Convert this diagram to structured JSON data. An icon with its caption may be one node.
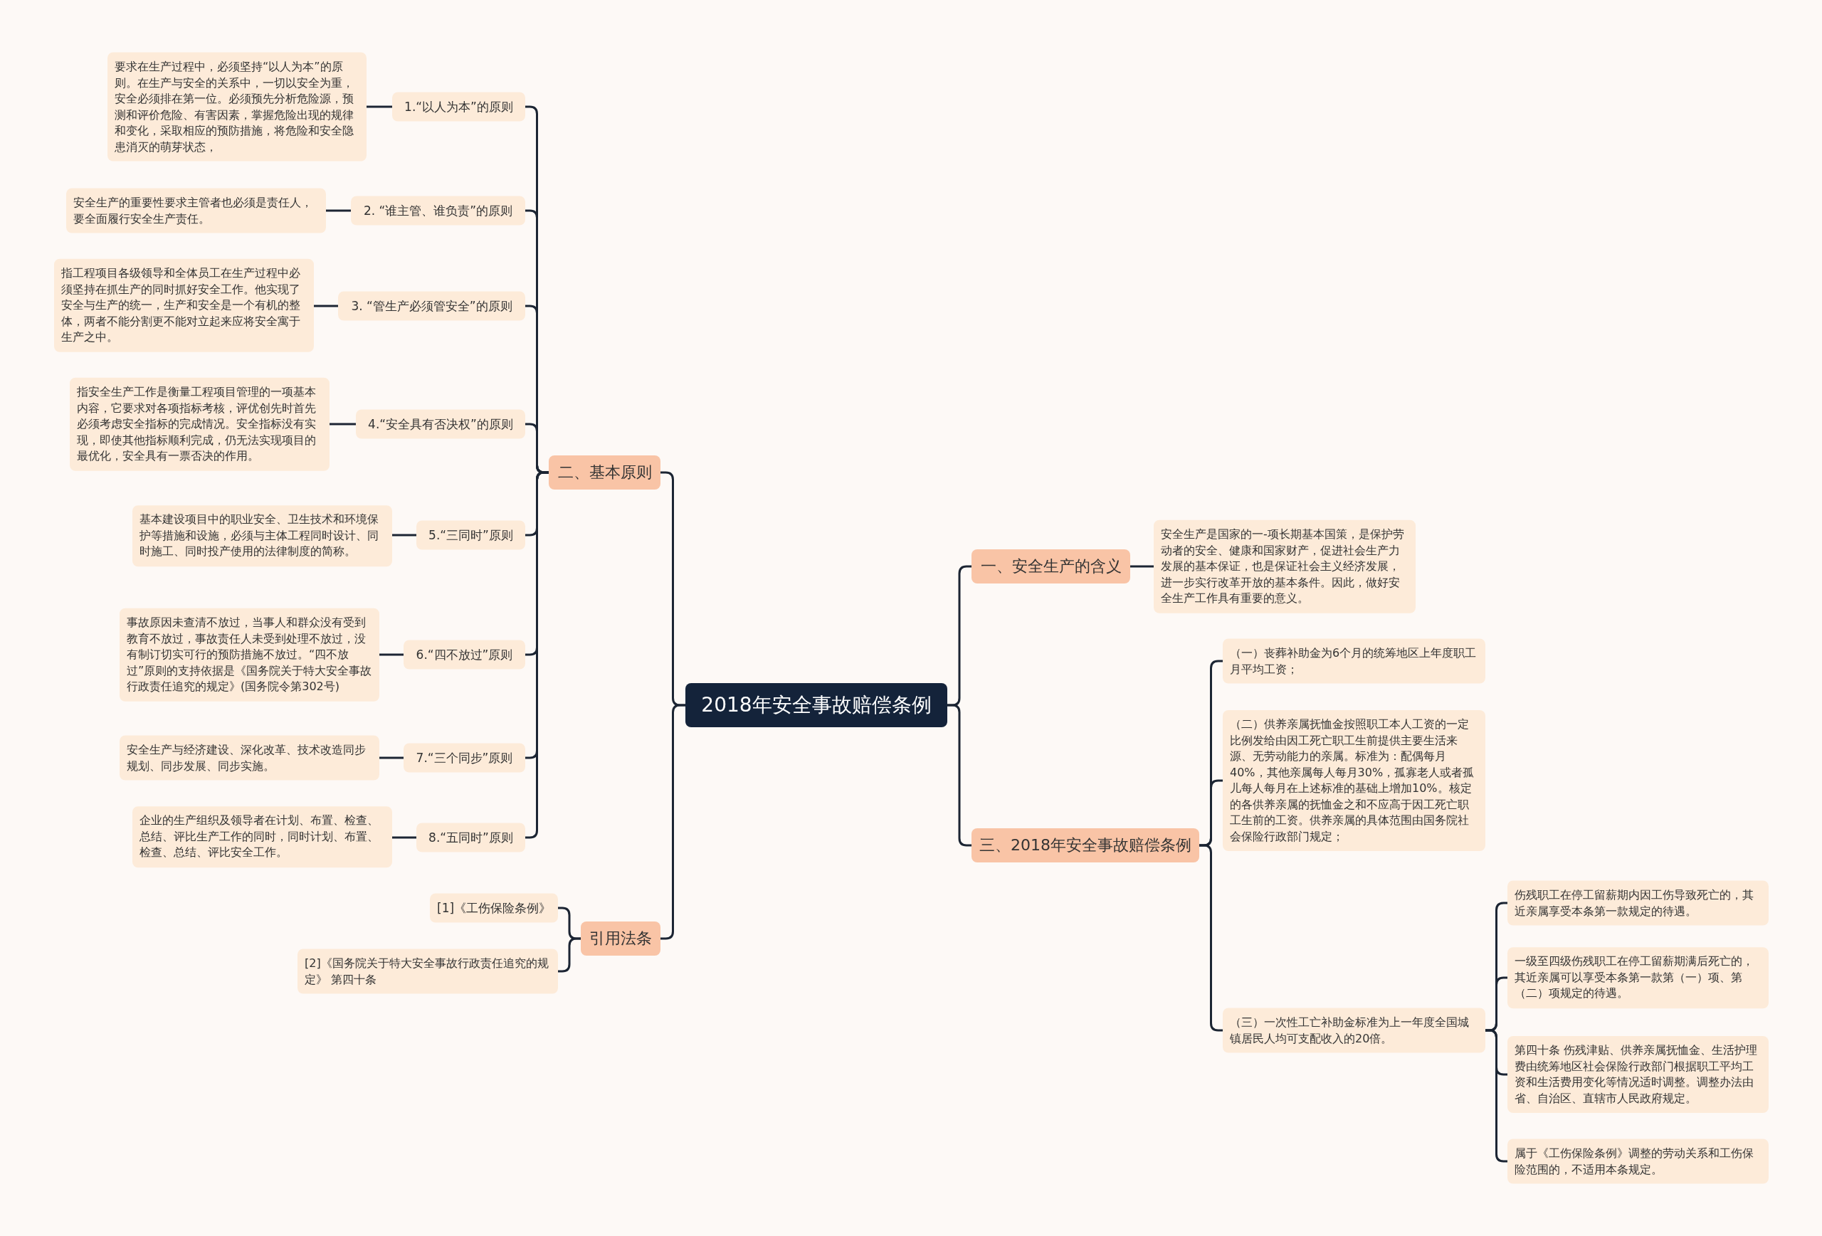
{
  "diagram": {
    "nodes": [
      {
        "text": [
          "2018年安全事故赔偿条例"
        ]
      },
      {
        "text": [
          "二、基本原则"
        ]
      },
      {
        "text": [
          "1.“以人为本”的原则"
        ]
      },
      {
        "text": [
          "要求在生产过程中，必须坚持“以人为本”的原则。在生产与安全的关系中，一切以安全为重，安全必须排在第一位。必须预先分析危险源，预测和评价危险、有害因素，掌握危险出现的规律和变化，采取相应的预防措施，将危险和安全隐患消灭的萌芽状态，"
        ]
      },
      {
        "text": [
          "2. “谁主管、谁负责”的原则"
        ]
      },
      {
        "text": [
          "安全生产的重要性要求主管者也必须是责任人，要全面履行安全生产责任。"
        ]
      },
      {
        "text": [
          "3. “管生产必须管安全”的原则"
        ]
      },
      {
        "text": [
          "指工程项目各级领导和全体员工在生产过程中必须坚持在抓生产的同时抓好安全工作。他实现了安全与生产的统一，生产和安全是一个有机的整体，两者不能分割更不能对立起来应将安全寓于生产之中。"
        ]
      },
      {
        "text": [
          "4.“安全具有否决权”的原则"
        ]
      },
      {
        "text": [
          "指安全生产工作是衡量工程项目管理的一项基本内容，它要求对各项指标考核，评优创先时首先必须考虑安全指标的完成情况。安全指标没有实现，即使其他指标顺利完成，仍无法实现项目的最优化，安全具有一票否决的作用。"
        ]
      },
      {
        "text": [
          "5.“三同时”原则"
        ]
      },
      {
        "text": [
          "基本建设项目中的职业安全、卫生技术和环境保护等措施和设施，必须与主体工程同时设计、同时施工、同时投产使用的法律制度的简称。"
        ]
      },
      {
        "text": [
          "6.“四不放过”原则"
        ]
      },
      {
        "text": [
          "事故原因未查清不放过，当事人和群众没有受到教育不放过，事故责任人未受到处理不放过，没有制订切实可行的预防措施不放过。“四不放过”原则的支持依据是《国务院关于特大安全事故行政责任追究的规定》(国务院令第302号)"
        ]
      },
      {
        "text": [
          "7.“三个同步”原则"
        ]
      },
      {
        "text": [
          "安全生产与经济建设、深化改革、技术改造同步规划、同步发展、同步实施。"
        ]
      },
      {
        "text": [
          "8.“五同时”原则"
        ]
      },
      {
        "text": [
          "企业的生产组织及领导者在计划、布置、检查、总结、评比生产工作的同时，同时计划、布置、检查、总结、评比安全工作。"
        ]
      },
      {
        "text": [
          "引用法条"
        ]
      },
      {
        "text": [
          "[1]《工伤保险条例》"
        ]
      },
      {
        "text": [
          "[2]《国务院关于特大安全事故行政责任追究的规定》 第四十条"
        ]
      },
      {
        "text": [
          "一、安全生产的含义"
        ]
      },
      {
        "text": [
          "安全生产是国家的一-项长期基本国策，是保护劳动者的安全、健康和国家财产，促进社会生产力发展的基本保证，也是保证社会主义经济发展，进一步实行改革开放的基本条件。因此，做好安全生产工作具有重要的意义。"
        ]
      },
      {
        "text": [
          "三、2018年安全事故赔偿条例"
        ]
      },
      {
        "text": [
          "（一）丧葬补助金为6个月的统筹地区上年度职工月平均工资；"
        ]
      },
      {
        "text": [
          "（二）供养亲属抚恤金按照职工本人工资的一定比例发给由因工死亡职工生前提供主要生活来源、无劳动能力的亲属。标准为：配偶每月40%，其他亲属每人每月30%，孤寡老人或者孤儿每人每月在上述标准的基础上增加10%。核定的各供养亲属的抚恤金之和不应高于因工死亡职工生前的工资。供养亲属的具体范围由国务院社会保险行政部门规定；"
        ]
      },
      {
        "text": [
          "（三）一次性工亡补助金标准为上一年度全国城镇居民人均可支配收入的20倍。"
        ]
      },
      {
        "text": [
          "伤残职工在停工留薪期内因工伤导致死亡的，其近亲属享受本条第一款规定的待遇。"
        ]
      },
      {
        "text": [
          "一级至四级伤残职工在停工留薪期满后死亡的，其近亲属可以享受本条第一款第（一）项、第（二）项规定的待遇。"
        ]
      },
      {
        "text": [
          "第四十条 伤残津贴、供养亲属抚恤金、生活护理费由统筹地区社会保险行政部门根据职工平均工资和生活费用变化等情况适时调整。调整办法由省、自治区、直辖市人民政府规定。"
        ]
      },
      {
        "text": [
          "属于《工伤保险条例》调整的劳动关系和工伤保险范围的，不适用本条规定。"
        ]
      }
    ],
    "edges": [
      {
        "from": 0,
        "to": 1,
        "arrow": "none"
      },
      {
        "from": 1,
        "to": 2,
        "arrow": "none"
      },
      {
        "from": 2,
        "to": 3,
        "arrow": "none"
      },
      {
        "from": 1,
        "to": 4,
        "arrow": "none"
      },
      {
        "from": 4,
        "to": 5,
        "arrow": "none"
      },
      {
        "from": 1,
        "to": 6,
        "arrow": "none"
      },
      {
        "from": 6,
        "to": 7,
        "arrow": "none"
      },
      {
        "from": 1,
        "to": 8,
        "arrow": "none"
      },
      {
        "from": 8,
        "to": 9,
        "arrow": "none"
      },
      {
        "from": 1,
        "to": 10,
        "arrow": "none"
      },
      {
        "from": 10,
        "to": 11,
        "arrow": "none"
      },
      {
        "from": 1,
        "to": 12,
        "arrow": "none"
      },
      {
        "from": 12,
        "to": 13,
        "arrow": "none"
      },
      {
        "from": 1,
        "to": 14,
        "arrow": "none"
      },
      {
        "from": 14,
        "to": 15,
        "arrow": "none"
      },
      {
        "from": 1,
        "to": 16,
        "arrow": "none"
      },
      {
        "from": 16,
        "to": 17,
        "arrow": "none"
      },
      {
        "from": 0,
        "to": 18,
        "arrow": "none"
      },
      {
        "from": 18,
        "to": 19,
        "arrow": "none"
      },
      {
        "from": 18,
        "to": 20,
        "arrow": "none"
      },
      {
        "from": 0,
        "to": 21,
        "arrow": "none"
      },
      {
        "from": 21,
        "to": 22,
        "arrow": "none"
      },
      {
        "from": 0,
        "to": 23,
        "arrow": "none"
      },
      {
        "from": 23,
        "to": 24,
        "arrow": "none"
      },
      {
        "from": 23,
        "to": 25,
        "arrow": "none"
      },
      {
        "from": 23,
        "to": 26,
        "arrow": "none"
      },
      {
        "from": 26,
        "to": 27,
        "arrow": "none"
      },
      {
        "from": 26,
        "to": 28,
        "arrow": "none"
      },
      {
        "from": 26,
        "to": 29,
        "arrow": "none"
      },
      {
        "from": 26,
        "to": 30,
        "arrow": "none"
      }
    ]
  }
}
